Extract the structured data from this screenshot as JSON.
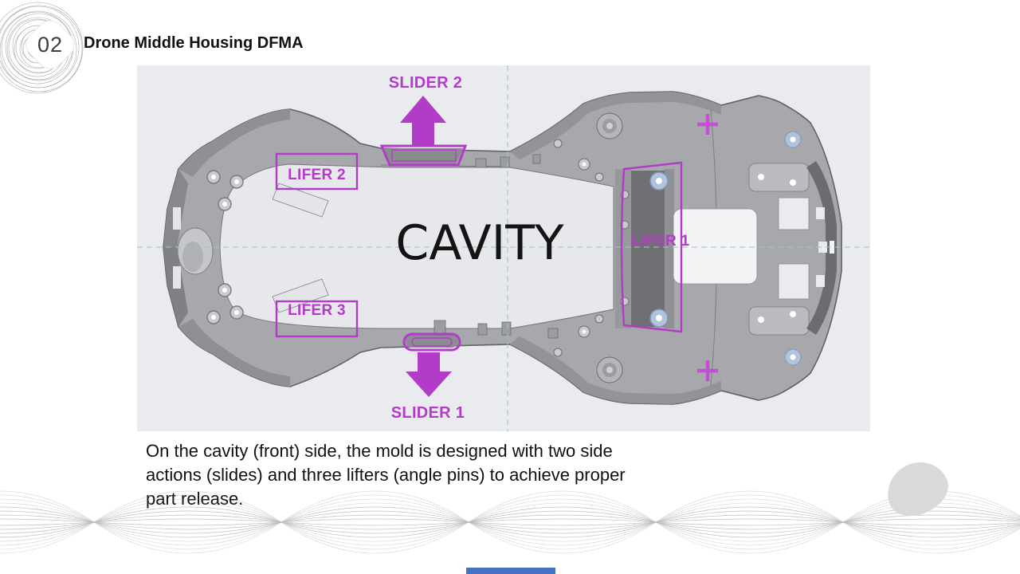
{
  "slide": {
    "page_number": "02",
    "title": "Drone Middle Housing DFMA"
  },
  "diagram": {
    "center_label": "CAVITY",
    "labels": {
      "slider_2": "SLIDER 2",
      "slider_1": "SLIDER 1",
      "lifer_1": "LIFER 1",
      "lifer_2": "LIFER 2",
      "lifer_3": "LIFER 3",
      "plus_marker": "+"
    },
    "icons": {
      "slider_2_arrow": "arrow-up",
      "slider_1_arrow": "arrow-down",
      "logo": "spiral-rings"
    },
    "colors": {
      "annotation_magenta": "#B23CC7",
      "panel_background": "#E9EBEE",
      "centerline_teal": "#A9C2C6",
      "housing_gray": "#A6A8AB",
      "boss_blue": "#AFC2DE"
    }
  },
  "body_text": {
    "lines": [
      "On the cavity (front) side, the mold is designed with two side",
      "actions (slides) and three lifters (angle pins) to achieve proper",
      "part release."
    ]
  },
  "footer": {
    "accent_color": "#4472C4"
  }
}
